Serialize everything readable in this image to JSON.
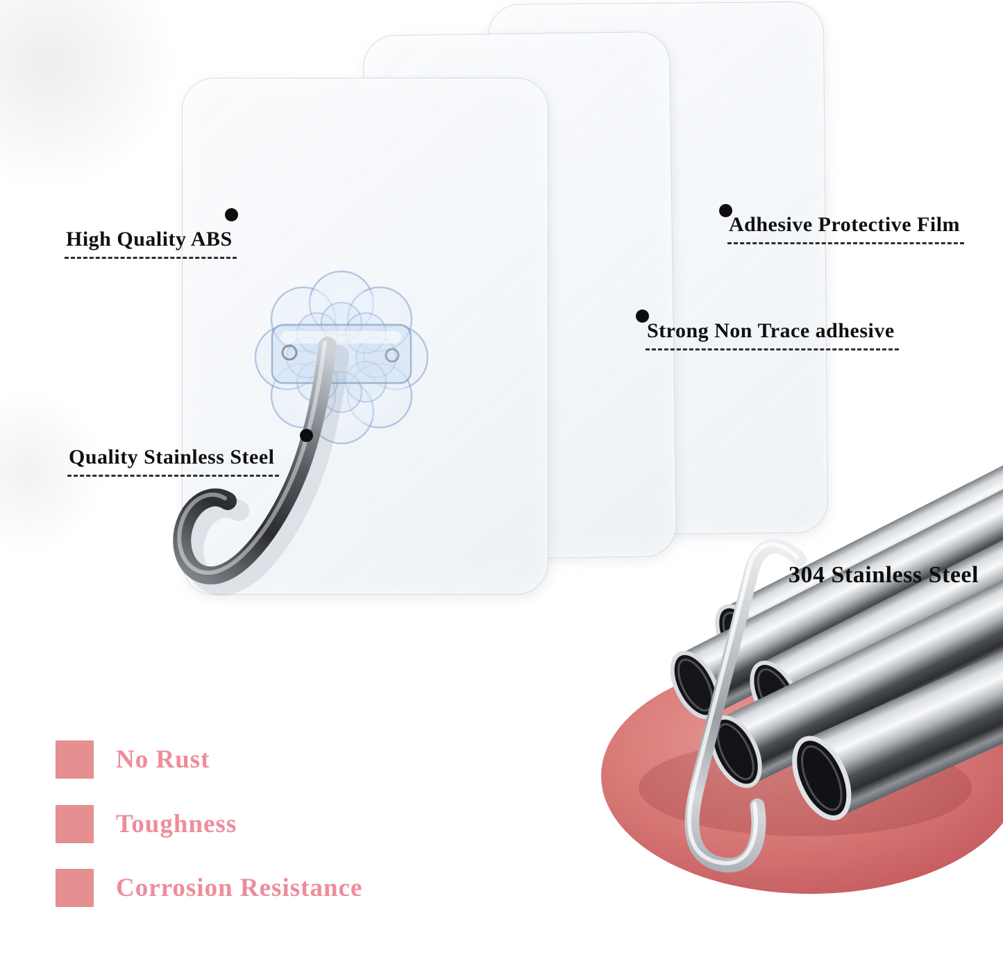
{
  "callouts": {
    "high_quality_abs": "High Quality ABS",
    "adhesive_protective_film": "Adhesive Protective Film",
    "strong_non_trace_adhesive": "Strong Non Trace adhesive",
    "quality_stainless_steel": "Quality Stainless Steel",
    "stainless_304": "304 Stainless Steel"
  },
  "features": [
    {
      "label": "No Rust"
    },
    {
      "label": "Toughness"
    },
    {
      "label": "Corrosion Resistance"
    }
  ],
  "colors": {
    "feature_square": "#e58f90",
    "feature_text": "#ee8c9b",
    "disc_pink": "#d77876",
    "callout_dot": "#0d0d0d",
    "callout_text": "#101010"
  }
}
